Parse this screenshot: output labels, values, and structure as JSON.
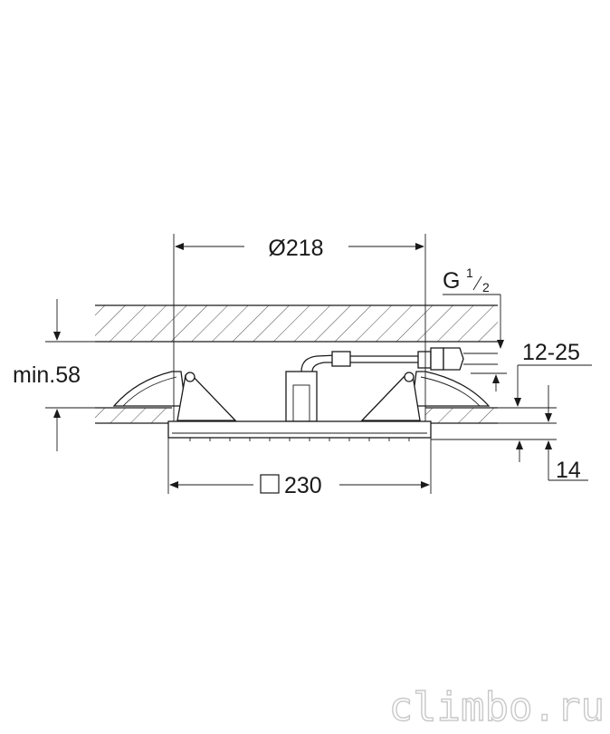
{
  "dimensions": {
    "diameter": "Ø218",
    "square": "230",
    "thread_main": "G",
    "thread_num": "1",
    "thread_den": "2",
    "thread_range": "12-25",
    "min_depth": "min.58",
    "plate": "14"
  },
  "watermark": "climbo.ru",
  "colors": {
    "line": "#1a1a1a",
    "watermark": "#c8c8c8"
  }
}
